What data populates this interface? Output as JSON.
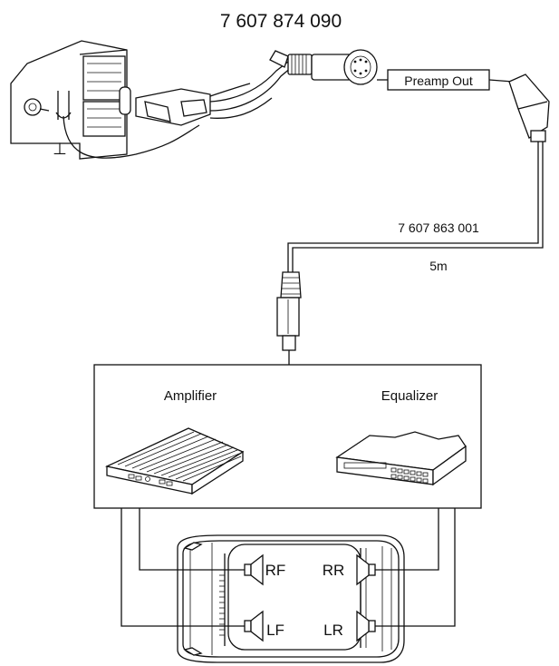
{
  "labels": {
    "part_number_top": "7 607 874 090",
    "preamp_out": "Preamp Out",
    "cable_part_number": "7 607 863 001",
    "cable_length": "5m",
    "amplifier": "Amplifier",
    "equalizer": "Equalizer",
    "ground_symbol": "⊥"
  },
  "speakers": [
    {
      "id": "RF",
      "label": "RF"
    },
    {
      "id": "RR",
      "label": "RR"
    },
    {
      "id": "LF",
      "label": "LF"
    },
    {
      "id": "LR",
      "label": "LR"
    }
  ]
}
